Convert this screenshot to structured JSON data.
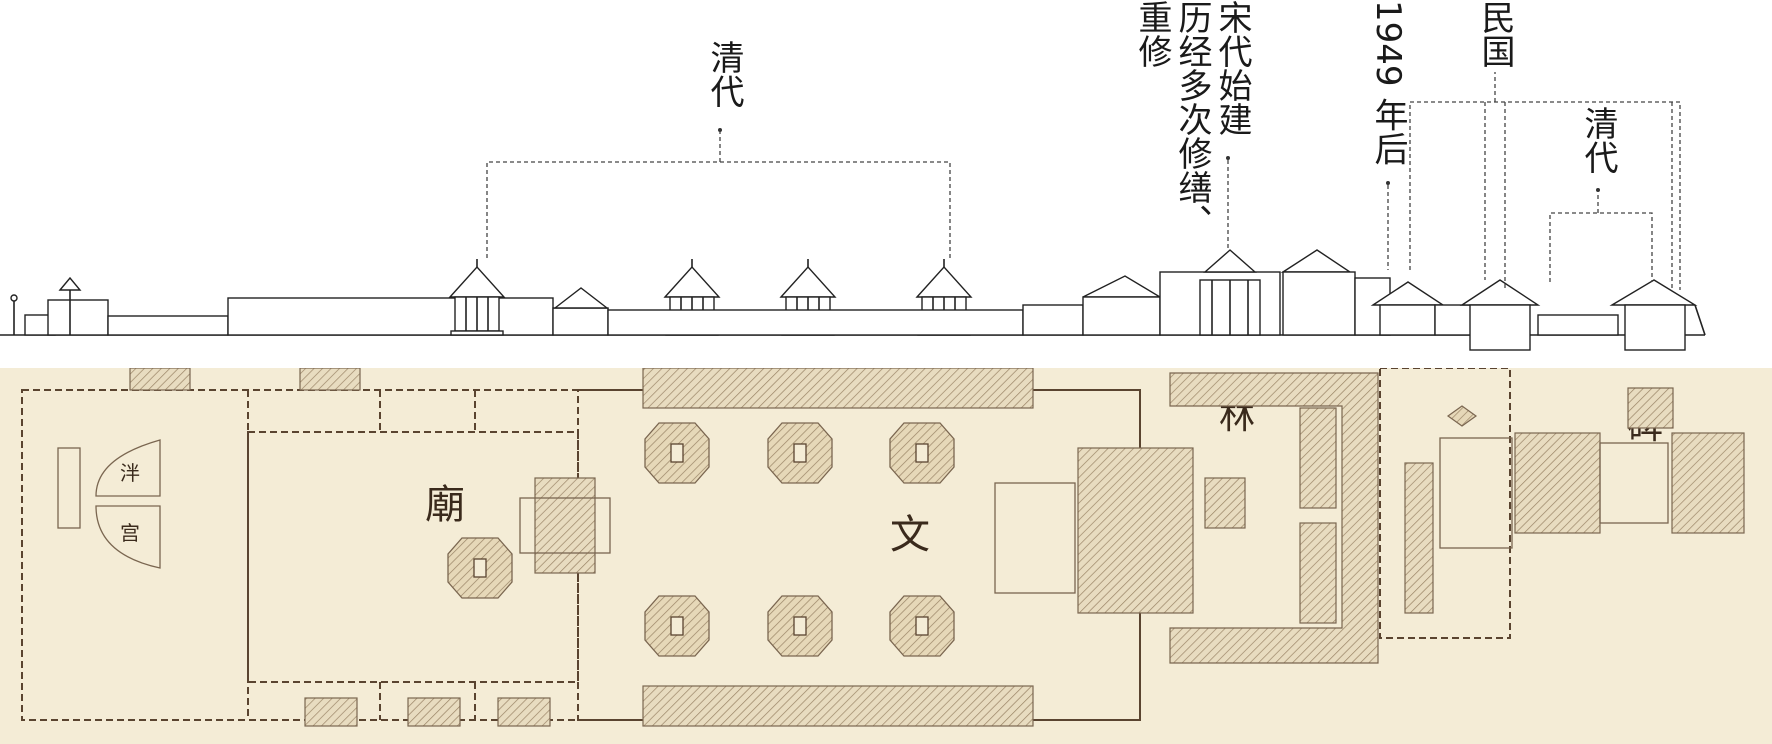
{
  "labels": {
    "qing_left": "清代",
    "chongxiu": "重修",
    "history": "历经多次修缮、",
    "song": "宋代始建",
    "y1949": "1949 年后",
    "minguo": "民国",
    "qing_right": "清代"
  },
  "plan_chars": {
    "miao": "廟",
    "wen": "文",
    "lin": "林",
    "bei": "碑",
    "top_arc": "泮",
    "bottom_arc": "宫"
  },
  "colors": {
    "paper": "#f4ecd6",
    "ink": "#5a4430"
  }
}
